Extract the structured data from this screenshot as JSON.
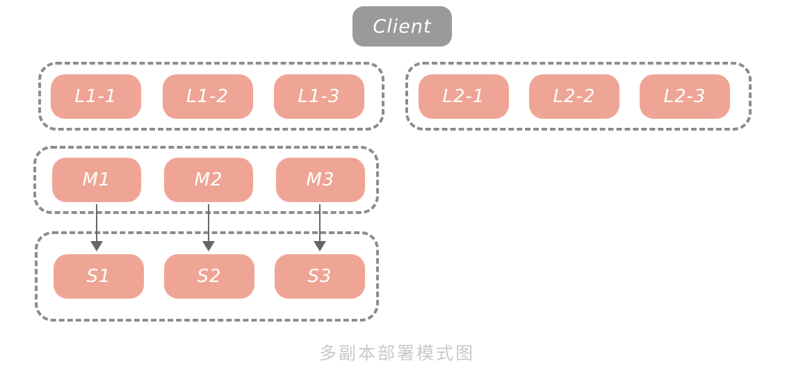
{
  "diagram": {
    "client": {
      "label": "Client"
    },
    "groups": [
      {
        "id": "l1-replicas",
        "boxes": [
          {
            "label": "L1-1"
          },
          {
            "label": "L1-2"
          },
          {
            "label": "L1-3"
          }
        ]
      },
      {
        "id": "l2-replicas",
        "boxes": [
          {
            "label": "L2-1"
          },
          {
            "label": "L2-2"
          },
          {
            "label": "L2-3"
          }
        ]
      },
      {
        "id": "m-replicas",
        "boxes": [
          {
            "label": "M1"
          },
          {
            "label": "M2"
          },
          {
            "label": "M3"
          }
        ]
      },
      {
        "id": "s-replicas",
        "boxes": [
          {
            "label": "S1"
          },
          {
            "label": "S2"
          },
          {
            "label": "S3"
          }
        ]
      }
    ],
    "arrows": [
      {
        "from": "M1",
        "to": "S1"
      },
      {
        "from": "M2",
        "to": "S2"
      },
      {
        "from": "M3",
        "to": "S3"
      }
    ],
    "caption": "多副本部署模式图",
    "colors": {
      "client_fill": "#9a9a9a",
      "node_fill": "#efa595",
      "node_text": "#ffffff",
      "dash_border": "#8c8c8c",
      "arrow": "#666666",
      "caption_text": "#c9c9c9"
    }
  }
}
